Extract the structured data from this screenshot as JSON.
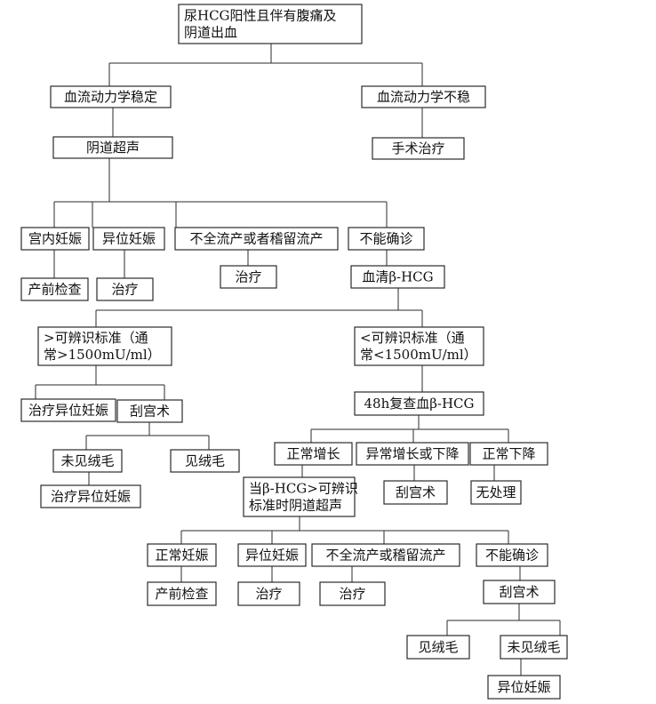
{
  "nodes": {
    "root": [
      "尿HCG阳性且伴有腹痛及",
      "阴道出血"
    ],
    "stable": "血流动力学稳定",
    "unstable": "血流动力学不稳",
    "surgery": "手术治疗",
    "ultrasound": "阴道超声",
    "iup": "宫内妊娠",
    "ectopic": "异位妊娠",
    "incomplete": "不全流产或者稽留流产",
    "undetermined": "不能确诊",
    "prenatal_check": "产前检查",
    "treat_a": "治疗",
    "treat_b": "治疗",
    "serum_hcg": "血清β-HCG",
    "above_threshold": [
      ">可辨识标准（通",
      "常>1500mU/ml）"
    ],
    "below_threshold": [
      "<可辨识标准（通",
      "常<1500mU/ml）"
    ],
    "treat_ectopic": "治疗异位妊娠",
    "curettage_left": "刮宫术",
    "recheck_48h": "48h复查血β-HCG",
    "no_villi_left": "未见绒毛",
    "villi_left": "见绒毛",
    "treat_ectopic_2": "治疗异位妊娠",
    "normal_rise": "正常增长",
    "abnormal_change": "异常增长或下降",
    "normal_decline": "正常下降",
    "when_hcg_above": [
      "当β-HCG>可辨识",
      "标准时阴道超声"
    ],
    "curettage_mid": "刮宫术",
    "no_treatment": "无处理",
    "normal_pregnancy": "正常妊娠",
    "ectopic_2": "异位妊娠",
    "incomplete_2": "不全流产或稽留流产",
    "undetermined_2": "不能确诊",
    "prenatal_check_2": "产前检查",
    "treat_c": "治疗",
    "treat_d": "治疗",
    "curettage_right": "刮宫术",
    "villi_right": "见绒毛",
    "no_villi_right": "未见绒毛",
    "ectopic_3": "异位妊娠"
  }
}
